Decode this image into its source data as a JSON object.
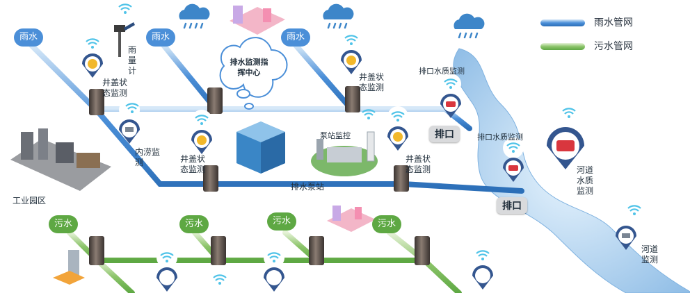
{
  "legend": {
    "rain": {
      "label": "雨水管网",
      "color": "#4b8fd8"
    },
    "sewage": {
      "label": "污水管网",
      "color": "#5ea843"
    }
  },
  "tags": {
    "rain1": "雨水",
    "rain2": "雨水",
    "rain3": "雨水",
    "sew1": "污水",
    "sew2": "污水",
    "sew3": "污水",
    "sew4": "污水"
  },
  "labels": {
    "rain_gauge": "雨量计",
    "manhole1": "井盖状态监测",
    "manhole2": "井盖状态监测",
    "manhole3": "井盖状态监测",
    "manhole4": "井盖状态监测",
    "waterlog": "内涝监测",
    "industrial": "工业园区",
    "pump_station": "排水泵站",
    "pump_monitor": "泵站监控",
    "outlet_quality1": "排口水质监测",
    "outlet_quality2": "排口水质监测",
    "river_quality": "河道水质监测",
    "river_monitor": "河道监测",
    "command_center": "排水监测指挥中心"
  },
  "outlets": {
    "o1": "排口",
    "o2": "排口"
  },
  "colors": {
    "rain_pipe": "#4b8fd8",
    "sewer_pipe": "#8cc46a",
    "river": "#a9cdee",
    "sensor_ring": "#3b5f99",
    "sensor_yellow": "#f2b82b"
  }
}
